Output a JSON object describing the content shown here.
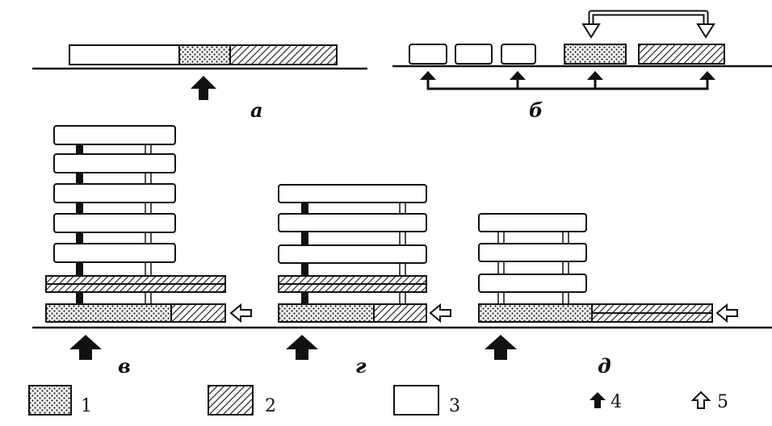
{
  "panels": {
    "a": {
      "label": "а"
    },
    "b": {
      "label": "б"
    },
    "v": {
      "label": "в"
    },
    "g": {
      "label": "г"
    },
    "d": {
      "label": "д"
    }
  },
  "legend": [
    {
      "label": "1",
      "pattern": "dotted"
    },
    {
      "label": "2",
      "pattern": "hatched"
    },
    {
      "label": "3",
      "pattern": "blank"
    },
    {
      "label": "4",
      "pattern": "solid-arrow"
    },
    {
      "label": "5",
      "pattern": "hollow-arrow"
    }
  ],
  "colors": {
    "ink": "#111111",
    "paper": "#ffffff"
  }
}
